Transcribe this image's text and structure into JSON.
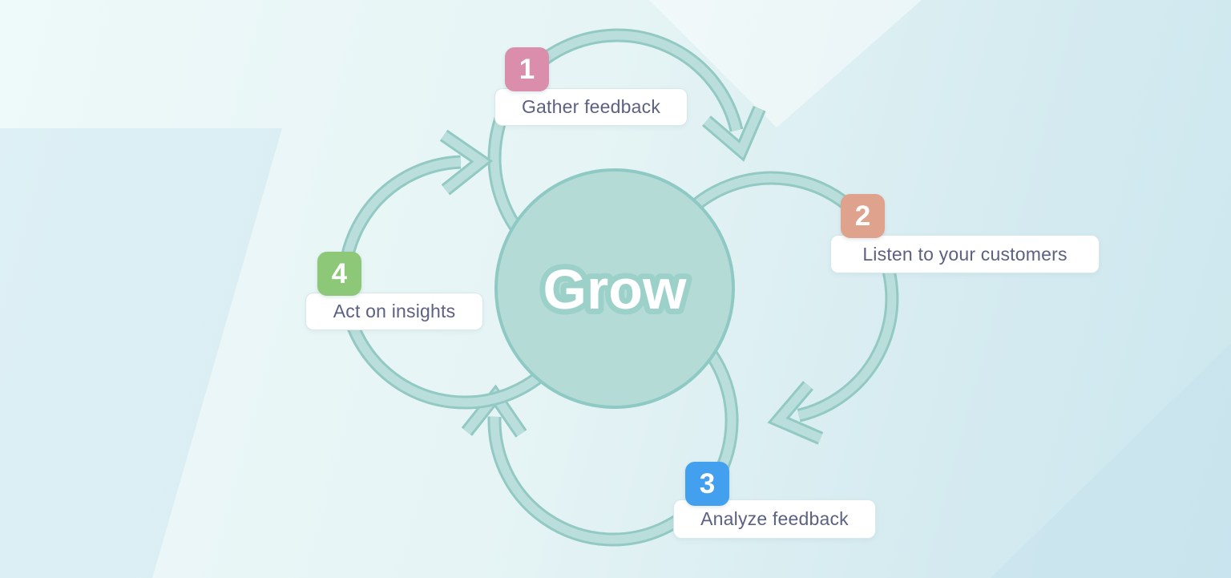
{
  "center": {
    "title": "Grow"
  },
  "steps": [
    {
      "number": "1",
      "label": "Gather feedback",
      "color": "#db8dac"
    },
    {
      "number": "2",
      "label": "Listen to your customers",
      "color": "#dfa28c"
    },
    {
      "number": "3",
      "label": "Analyze feedback",
      "color": "#42a0ef"
    },
    {
      "number": "4",
      "label": "Act on insights",
      "color": "#8cc878"
    }
  ],
  "palette": {
    "arrow_fill": "#b9dedb",
    "arrow_edge": "#93c9c3",
    "circle_fill": "#b5dbd7",
    "circle_edge": "#8ec9c3",
    "title_outline": "#9cd1ca",
    "label_text": "#5c6182",
    "background_light": "#ecf8f8",
    "background_blue": "#cde7ee"
  }
}
